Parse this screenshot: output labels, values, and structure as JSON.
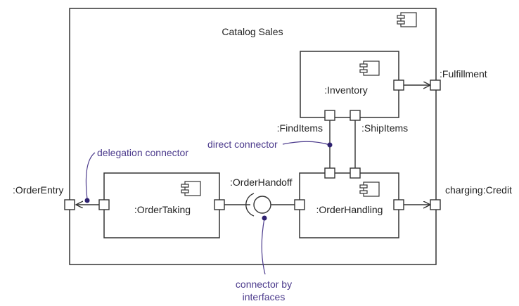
{
  "diagram": {
    "title": "Catalog Sales",
    "components": {
      "inventory": ":Inventory",
      "order_taking": ":OrderTaking",
      "order_handling": ":OrderHandling"
    },
    "ports": {
      "fulfillment": ":Fulfillment",
      "find_items": ":FindItems",
      "ship_items": ":ShipItems",
      "order_entry": ":OrderEntry",
      "order_handoff": ":OrderHandoff",
      "charging_credit": "charging:Credit"
    },
    "annotations": {
      "delegation": "delegation connector",
      "direct": "direct connector",
      "interfaces_line1": "connector by",
      "interfaces_line2": "interfaces"
    },
    "colors": {
      "line": "#333333",
      "annotation": "#4b3a8c",
      "annotation_dot": "#2e2170"
    },
    "icons": [
      "component-icon"
    ]
  }
}
